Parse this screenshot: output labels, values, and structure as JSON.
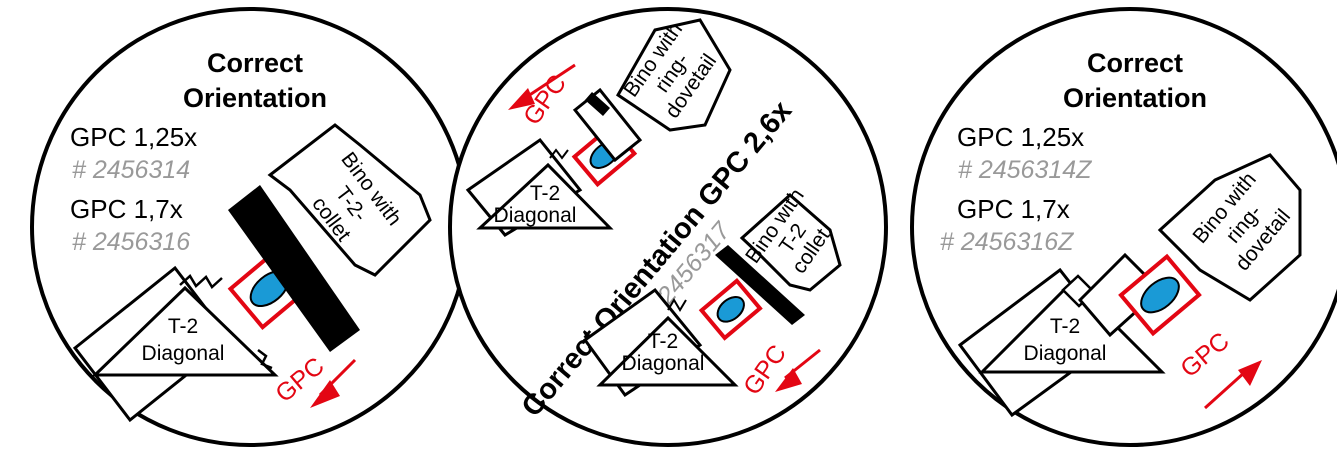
{
  "colors": {
    "accent": "#e30613",
    "lens": "#1a9ad6",
    "part_number": "#999999"
  },
  "panels": [
    {
      "title_line1": "Correct",
      "title_line2": "Orientation",
      "models": [
        {
          "name": "GPC 1,25x",
          "part": "# 2456314"
        },
        {
          "name": "GPC 1,7x",
          "part": "# 2456316"
        }
      ],
      "bino": [
        "Bino with",
        "T-2-",
        "collet"
      ],
      "diagonal": [
        "T-2",
        "Diagonal"
      ],
      "gpc": "GPC"
    },
    {
      "orientation_label": "Correct Orientation GPC 2,6x",
      "part": "# 2456317",
      "bino_ring": [
        "Bino with",
        "ring-",
        "dovetail"
      ],
      "bino_collet": [
        "Bino with",
        "T-2",
        "collet"
      ],
      "diagonal": [
        "T-2",
        "Diagonal"
      ],
      "gpc": "GPC"
    },
    {
      "title_line1": "Correct",
      "title_line2": "Orientation",
      "models": [
        {
          "name": "GPC 1,25x",
          "part": "# 2456314Z"
        },
        {
          "name": "GPC 1,7x",
          "part": "# 2456316Z"
        }
      ],
      "bino": [
        "Bino with",
        "ring-",
        "dovetail"
      ],
      "diagonal": [
        "T-2",
        "Diagonal"
      ],
      "gpc": "GPC"
    }
  ]
}
